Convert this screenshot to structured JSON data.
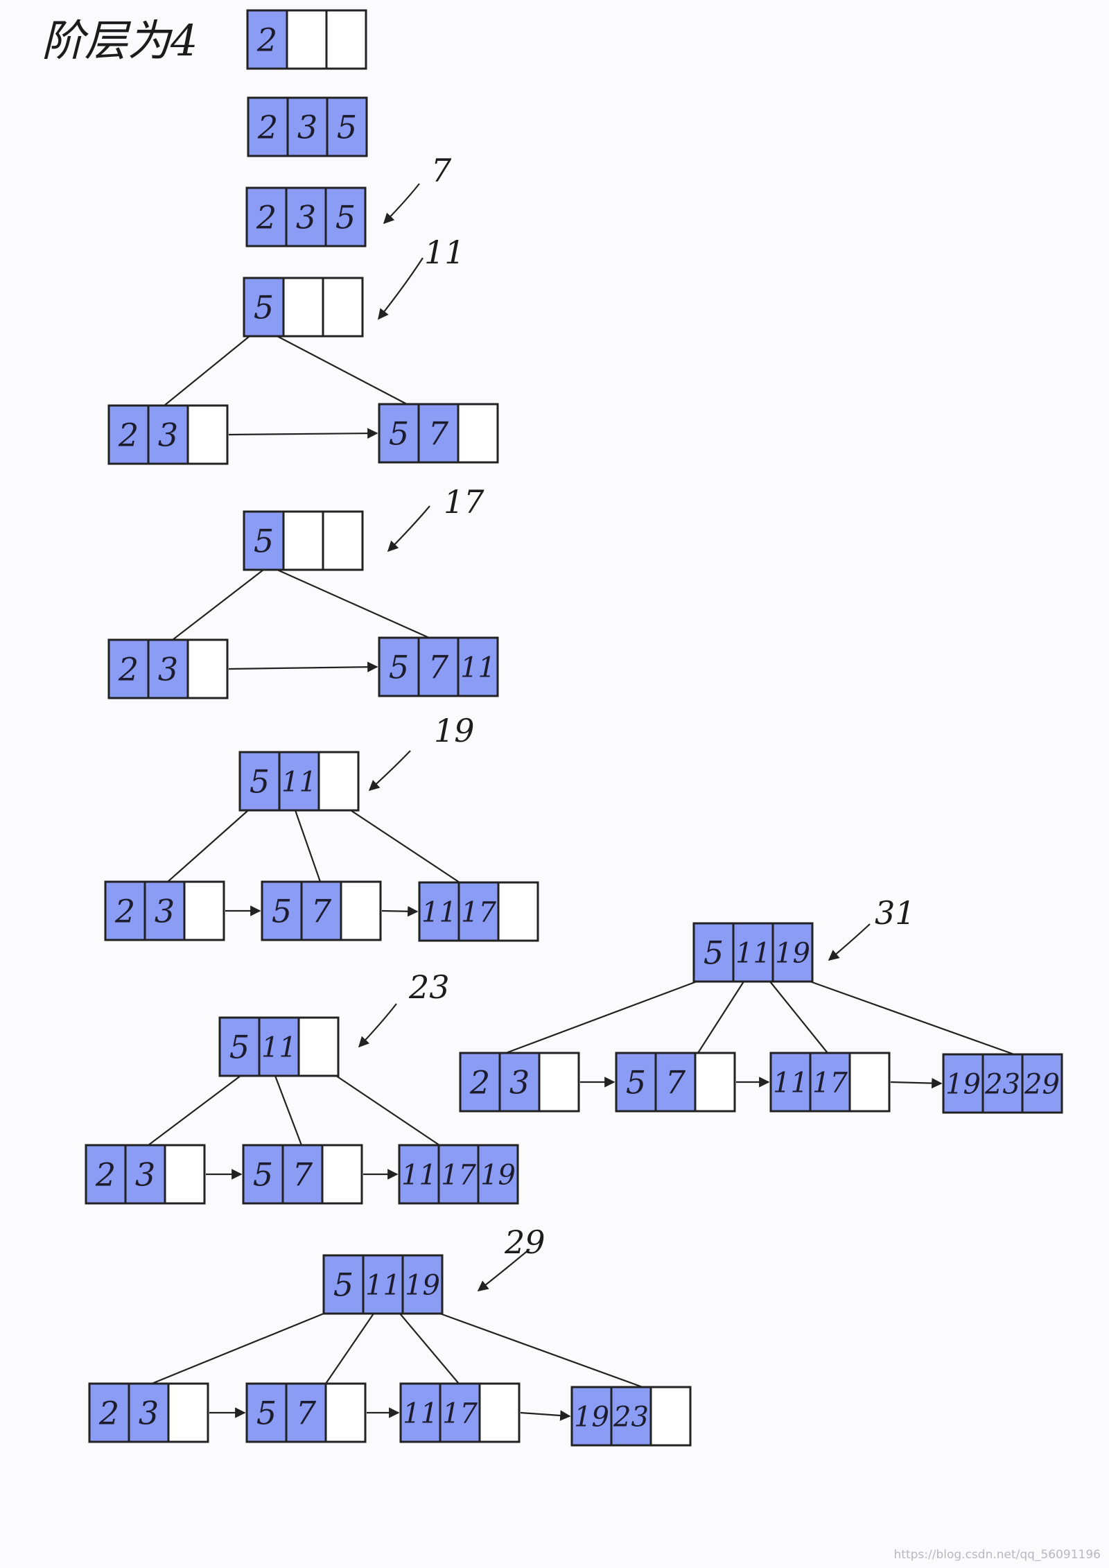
{
  "title": "阶层为4",
  "watermark": "https://blog.csdn.net/qq_56091196",
  "colors": {
    "filled": "#8b9cf5",
    "empty": "#ffffff",
    "ink": "#222222"
  },
  "stages": [
    {
      "insert": "",
      "nodes": [
        {
          "keys": [
            "2",
            "",
            ""
          ]
        }
      ]
    },
    {
      "insert": "",
      "nodes": [
        {
          "keys": [
            "2",
            "3",
            "5"
          ]
        }
      ]
    },
    {
      "insert": "7",
      "nodes": [
        {
          "keys": [
            "2",
            "3",
            "5"
          ]
        }
      ]
    },
    {
      "insert": "11",
      "nodes": [
        {
          "keys": [
            "5",
            "",
            ""
          ]
        },
        {
          "keys": [
            "2",
            "3",
            ""
          ]
        },
        {
          "keys": [
            "5",
            "7",
            ""
          ]
        }
      ]
    },
    {
      "insert": "17",
      "nodes": [
        {
          "keys": [
            "5",
            "",
            ""
          ]
        },
        {
          "keys": [
            "2",
            "3",
            ""
          ]
        },
        {
          "keys": [
            "5",
            "7",
            "11"
          ]
        }
      ]
    },
    {
      "insert": "19",
      "nodes": [
        {
          "keys": [
            "5",
            "11",
            ""
          ]
        },
        {
          "keys": [
            "2",
            "3",
            ""
          ]
        },
        {
          "keys": [
            "5",
            "7",
            ""
          ]
        },
        {
          "keys": [
            "11",
            "17",
            ""
          ]
        }
      ]
    },
    {
      "insert": "23",
      "nodes": [
        {
          "keys": [
            "5",
            "11",
            ""
          ]
        },
        {
          "keys": [
            "2",
            "3",
            ""
          ]
        },
        {
          "keys": [
            "5",
            "7",
            ""
          ]
        },
        {
          "keys": [
            "11",
            "17",
            "19"
          ]
        }
      ]
    },
    {
      "insert": "31",
      "nodes": [
        {
          "keys": [
            "5",
            "11",
            "19"
          ]
        },
        {
          "keys": [
            "2",
            "3",
            ""
          ]
        },
        {
          "keys": [
            "5",
            "7",
            ""
          ]
        },
        {
          "keys": [
            "11",
            "17",
            ""
          ]
        },
        {
          "keys": [
            "19",
            "23",
            "29"
          ]
        }
      ]
    },
    {
      "insert": "29",
      "nodes": [
        {
          "keys": [
            "5",
            "11",
            "19"
          ]
        },
        {
          "keys": [
            "2",
            "3",
            ""
          ]
        },
        {
          "keys": [
            "5",
            "7",
            ""
          ]
        },
        {
          "keys": [
            "11",
            "17",
            ""
          ]
        },
        {
          "keys": [
            "19",
            "23",
            ""
          ]
        }
      ]
    }
  ]
}
